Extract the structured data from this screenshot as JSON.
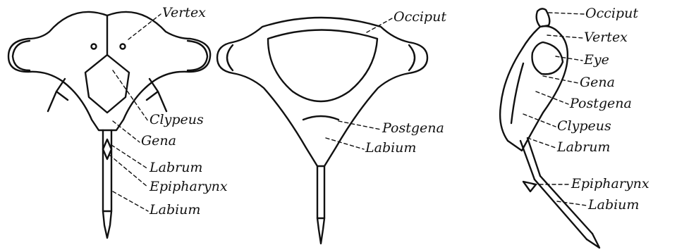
{
  "views": {
    "front": {
      "labels": {
        "vertex": "Vertex",
        "clypeus": "Clypeus",
        "gena": "Gena",
        "labrum": "Labrum",
        "epipharynx": "Epipharynx",
        "labium": "Labium"
      }
    },
    "back": {
      "labels": {
        "occiput": "Occiput",
        "postgena": "Postgena",
        "labium": "Labium"
      }
    },
    "side": {
      "labels": {
        "occiput": "Occiput",
        "vertex": "Vertex",
        "eye": "Eye",
        "gena": "Gena",
        "postgena": "Postgena",
        "clypeus": "Clypeus",
        "labrum": "Labrum",
        "epipharynx": "Epipharynx",
        "labium": "Labium"
      }
    }
  }
}
